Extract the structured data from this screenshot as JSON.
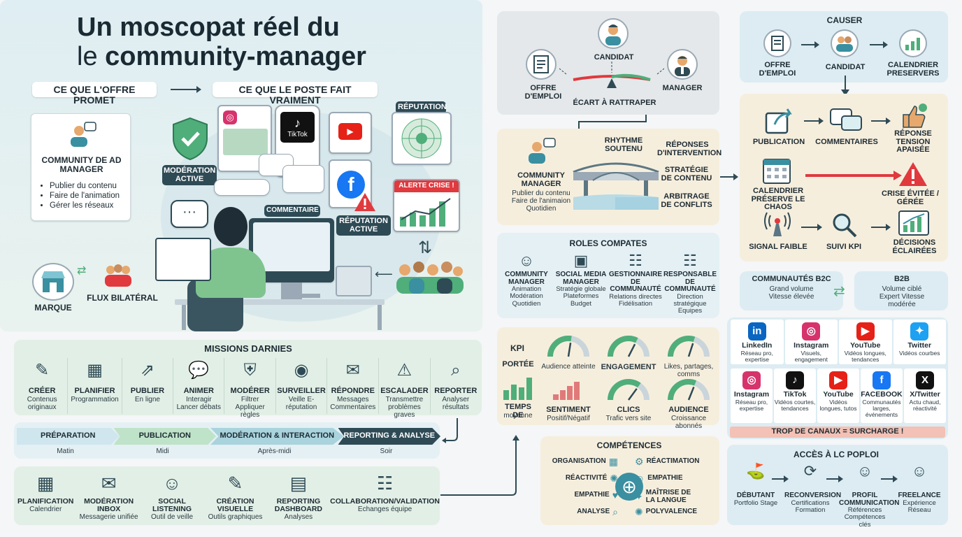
{
  "title": {
    "line1": "Un moscopat réel du",
    "line2a": "le ",
    "line2b": "community-manager"
  },
  "hero": {
    "promise": "CE QUE L'OFFRE PROMET",
    "reality": "CE QUE LE POSTE FAIT VRAIMENT",
    "cm_title": "COMMUNITY DE AD MANAGER",
    "cm_bullets": [
      "Publier du contenu",
      "Faire de l'animation",
      "Gérer les réseaux"
    ],
    "moderation": "MODÉRATION ACTIVE",
    "commentaire": "COMMENTAIRE",
    "reputation_active": "RÉPUTATION ACTIVE",
    "reputation": "RÉPUTATION",
    "alerte": "ALERTE CRISE !",
    "marque": "MARQUE",
    "flux": "FLUX BILATÉRAL",
    "tiktok": "TikTok"
  },
  "missions": {
    "title": "MISSIONS DARNIES",
    "items": [
      {
        "t": "CRÉER",
        "s": "Contenus originaux"
      },
      {
        "t": "PLANIFIER",
        "s": "Programmation"
      },
      {
        "t": "PUBLIER",
        "s": "En ligne"
      },
      {
        "t": "ANIMER",
        "s": "Interagir Lancer débats"
      },
      {
        "t": "MODÉRER",
        "s": "Filtrer Appliquer règles"
      },
      {
        "t": "SURVEILLER",
        "s": "Veille E-réputation"
      },
      {
        "t": "RÉPONDRE",
        "s": "Messages Commentaires"
      },
      {
        "t": "ESCALADER",
        "s": "Transmettre problèmes graves"
      },
      {
        "t": "REPORTER",
        "s": "Analyser résultats"
      }
    ]
  },
  "timeline": {
    "phases": [
      "PRÉPARATION",
      "PUBLICATION",
      "MODÉRATION & INTERACTION",
      "REPORTING & ANALYSE"
    ],
    "times": [
      "Matin",
      "Midi",
      "Après-midi",
      "Soir"
    ]
  },
  "tools": [
    {
      "t": "PLANIFICATION",
      "s": "Calendrier"
    },
    {
      "t": "MODÉRATION INBOX",
      "s": "Messagerie unifiée"
    },
    {
      "t": "SOCIAL LISTENING",
      "s": "Outil de veille"
    },
    {
      "t": "CRÉATION VISUELLE",
      "s": "Outils graphiques"
    },
    {
      "t": "REPORTING DASHBOARD",
      "s": "Analyses"
    },
    {
      "t": "COLLABORATION/VALIDATION",
      "s": "Echanges équipe"
    }
  ],
  "gap": {
    "candidat": "CANDIDAT",
    "offre": "OFFRE D'EMPLOI",
    "manager": "MANAGER",
    "ecart": "ÉCART À RATTRAPER"
  },
  "bridge": {
    "cm": "COMMUNITY MANAGER",
    "cm_sub": "Publier du contenu Faire de l'animaion Quotidien",
    "rythme": "RHYTHME SOUTENU",
    "reponses": "RÉPONSES D'INTERVENTION",
    "strategie": "STRATÉGIE DE CONTENU",
    "arbitrage": "ARBITRAGE DE CONFLITS"
  },
  "roles": {
    "title": "ROLES COMPATES",
    "items": [
      {
        "t": "COMMUNITY MANAGER",
        "s": "Animation Modération Quotidien"
      },
      {
        "t": "SOCIAL MEDIA MANAGER",
        "s": "Stratégie globale Plateformes Budget"
      },
      {
        "t": "GESTIONNAIRE DE COMMUNAUTÉ",
        "s": "Relations directes Fidélisation"
      },
      {
        "t": "RESPONSABLE DE COMMUNAUTÉ",
        "s": "Direction stratégique Equipes"
      }
    ]
  },
  "kpi": {
    "label": "KPI",
    "portee": "PORTÉE",
    "temps": "TEMPS DE",
    "temps_s": "moyenne",
    "items": [
      {
        "t": "Audience atteinte",
        "lvl": 0.55
      },
      {
        "t": "ENGAGEMENT",
        "lvl": 0.65
      },
      {
        "t": "Likes, partages, comms",
        "lvl": 0.6
      },
      {
        "t": "SENTIMENT",
        "s": "Positif/Négatif"
      },
      {
        "t": "CLICS",
        "s": "Trafic vers site",
        "lvl": 0.7
      },
      {
        "t": "AUDIENCE",
        "s": "Croissance abonnés",
        "lvl": 0.62
      }
    ]
  },
  "skills": {
    "title": "COMPÉTENCES",
    "left": [
      "ORGANISATION",
      "RÉACTIVITÉ",
      "EMPATHIE",
      "ANALYSE"
    ],
    "right": [
      "RÉACTIMATION",
      "EMPATHIE",
      "MAÎTRISE DE LA LANGUE",
      "POLYVALENCE"
    ]
  },
  "causer": {
    "title": "CAUSER",
    "offre": "OFFRE D'EMPLOI",
    "candidat": "CANDIDAT",
    "calendrier": "CALENDRIER PRESERVERS"
  },
  "flow": {
    "publication": "PUBLICATION",
    "commentaires": "COMMENTAIRES",
    "reponse": "RÉPONSE TENSION APAISÉE",
    "calendrier": "CALENDRIER PRÉSERVE LE CHAOS",
    "crise": "CRISE ÉVITÉE / GÉRÉE",
    "signal": "SIGNAL FAIBLE",
    "suivi": "SUIVI KPI",
    "decisions": "DÉCISIONS ÉCLAIRÉES"
  },
  "b2c": {
    "title": "COMMUNAUTÉS B2C",
    "s": "Grand volume Vitesse élevée"
  },
  "b2b": {
    "title": "B2B",
    "s": "Volume ciblé Expert Vitesse modérée"
  },
  "networks": {
    "row1": [
      {
        "t": "LinkedIn",
        "s": "Réseau pro, expertise",
        "c": "#0a66c2",
        "g": "in"
      },
      {
        "t": "Instagram",
        "s": "Visuels, engagement",
        "c": "#d6336c",
        "g": "◎"
      },
      {
        "t": "YouTube",
        "s": "Vidéos longues, tendances",
        "c": "#e62117",
        "g": "▶"
      },
      {
        "t": "Twitter",
        "s": "Vidéos courbes",
        "c": "#1da1f2",
        "g": "✦"
      }
    ],
    "row2": [
      {
        "t": "Instagram",
        "s": "Réseau pro, expertise",
        "c": "#d6336c",
        "g": "◎"
      },
      {
        "t": "TikTok",
        "s": "Vidéos courtes, tendances",
        "c": "#111111",
        "g": "♪"
      },
      {
        "t": "YouTube",
        "s": "Vidéos longues, tutos",
        "c": "#e62117",
        "g": "▶"
      },
      {
        "t": "FACEBOOK",
        "s": "Communautés larges, événements",
        "c": "#1877f2",
        "g": "f"
      },
      {
        "t": "X/Twitter",
        "s": "Actu chaud, réactivité",
        "c": "#111111",
        "g": "X"
      }
    ],
    "warning": "TROP DE CANAUX = SURCHARGE !"
  },
  "access": {
    "title": "ACCÈS À LC POPLOI",
    "steps": [
      {
        "t": "DÉBUTANT",
        "s": "Portfolio Stage"
      },
      {
        "t": "RECONVERSION",
        "s": "Certifications Formation"
      },
      {
        "t": "PROFIL COMMUNICATION",
        "s": "Références Compétences clés"
      },
      {
        "t": "FREELANCE",
        "s": "Expérience Réseau"
      }
    ]
  },
  "colors": {
    "green": "#3f9b6e",
    "navy": "#2e4a55",
    "teal": "#3a8fa0",
    "red": "#e0393e"
  }
}
